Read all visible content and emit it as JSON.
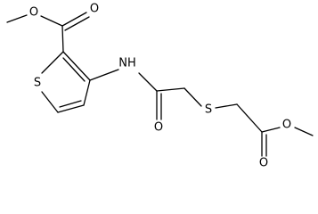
{
  "structure": {
    "atoms": {
      "carbonyl_o_top": "O",
      "ester_o_top": "O",
      "nh": "NH",
      "ring_s": "S",
      "amide_o": "O",
      "thioether_s": "S",
      "ester_o_right": "O",
      "carbonyl_o_bottom": "O"
    }
  }
}
